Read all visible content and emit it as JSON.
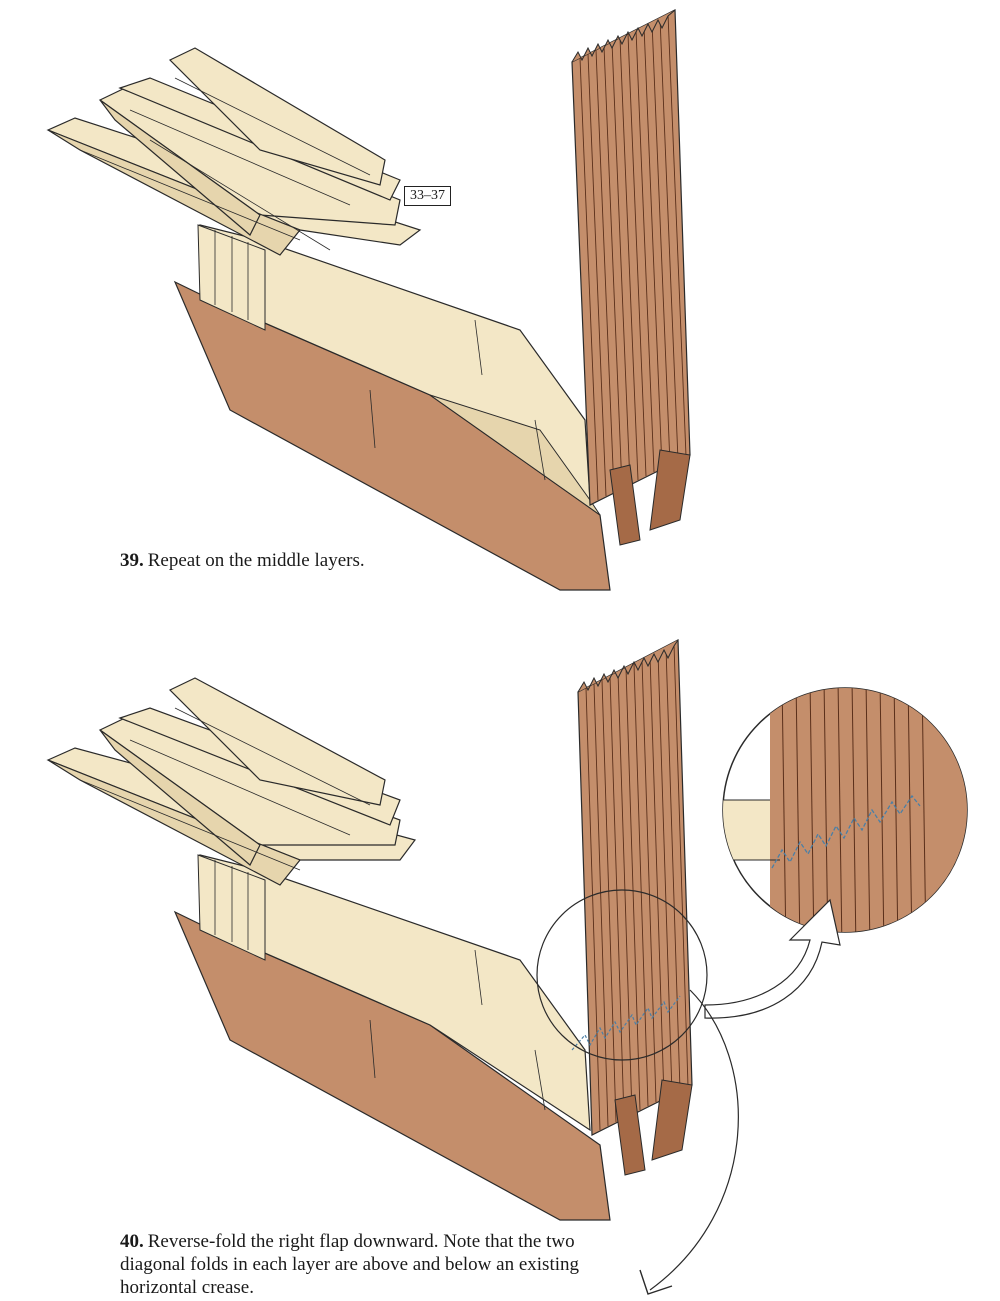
{
  "steps": [
    {
      "number": "39.",
      "caption": "Repeat on the middle layers.",
      "reference": "33–37"
    },
    {
      "number": "40.",
      "caption": "Reverse-fold the right flap downward. Note that the two diagonal folds in each layer are above and below an existing horizontal crease."
    }
  ],
  "colors": {
    "paper_light": "#f3e7c6",
    "paper_light_shade": "#e6d5ad",
    "paper_brown": "#c48e6b",
    "paper_brown_dark": "#a56a47",
    "line": "#2a2a2a",
    "dashed_crease": "#4a7fa6"
  }
}
